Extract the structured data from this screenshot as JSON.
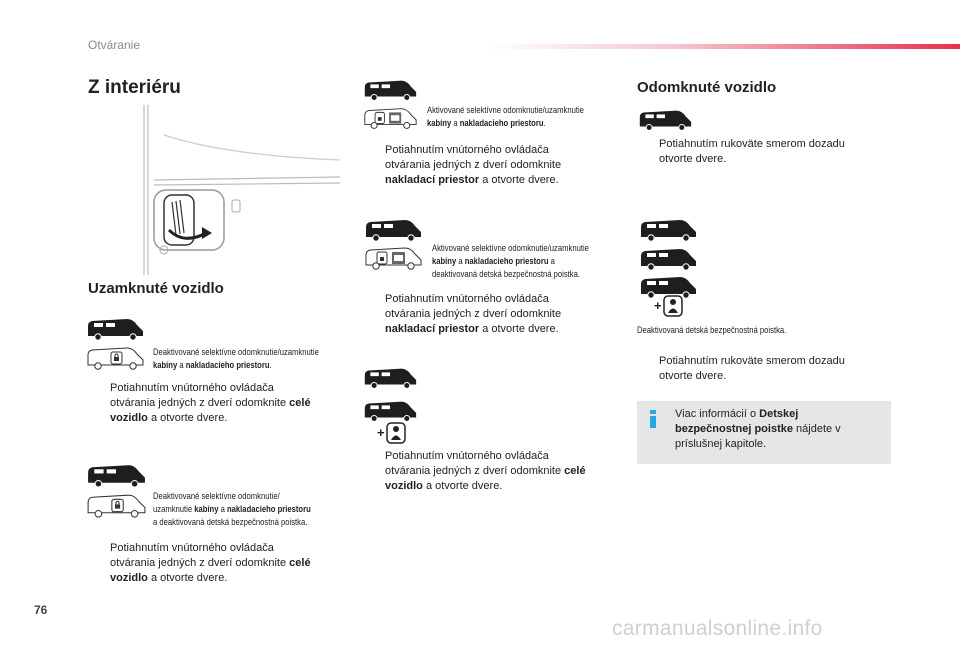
{
  "header": {
    "section": "Otváranie"
  },
  "page_number": "76",
  "watermark": "carmanualsonline.info",
  "col1": {
    "title": "Z interiéru",
    "locked_title": "Uzamknuté vozidlo",
    "block1": {
      "caption_1": "Deaktivované selektívne odomknutie/uzamknutie",
      "caption_2a": "kabíny",
      "caption_2b": " a ",
      "caption_2c": "nakladacieho priestoru",
      "caption_2d": ".",
      "para_1": "Potiahnutím vnútorného ovládača",
      "para_2a": "otvárania jedných z dverí odomknite ",
      "para_2b": "celé",
      "para_3a": "vozidlo",
      "para_3b": " a otvorte dvere."
    },
    "block2": {
      "caption_1": "Deaktivované selektívne odomknutie/",
      "caption_2a": "uzamknutie ",
      "caption_2b": "kabíny",
      "caption_2c": " a ",
      "caption_2d": "nakladacieho priestoru",
      "caption_3": "a deaktivovaná detská bezpečnostná poistka.",
      "para_1": "Potiahnutím vnútorného ovládača",
      "para_2a": "otvárania jedných z dverí odomknite ",
      "para_2b": "celé",
      "para_3a": "vozidlo",
      "para_3b": " a otvorte dvere."
    }
  },
  "col2": {
    "block1": {
      "caption_1": "Aktivované selektívne odomknutie/uzamknutie",
      "caption_2a": "kabíny",
      "caption_2b": " a ",
      "caption_2c": "nakladacieho priestoru",
      "caption_2d": ".",
      "para_1": "Potiahnutím vnútorného ovládača",
      "para_2": "otvárania jedných z dverí odomknite",
      "para_3a": "nakladací priestor",
      "para_3b": " a otvorte dvere."
    },
    "block2": {
      "caption_1": "Aktivované selektívne odomknutie/uzamknutie",
      "caption_2a": "kabíny",
      "caption_2b": " a ",
      "caption_2c": "nakladacieho priestoru",
      "caption_2d": " a",
      "caption_3": "deaktivovaná detská bezpečnostná poistka.",
      "para_1": "Potiahnutím vnútorného ovládača",
      "para_2": "otvárania jedných z dverí odomknite",
      "para_3a": "nakladací priestor",
      "para_3b": " a otvorte dvere."
    },
    "block3": {
      "para_1": "Potiahnutím vnútorného ovládača",
      "para_2a": "otvárania jedných z dverí odomknite ",
      "para_2b": "celé",
      "para_3a": "vozidlo",
      "para_3b": " a otvorte dvere."
    }
  },
  "col3": {
    "title": "Odomknuté vozidlo",
    "para1_1": "Potiahnutím rukoväte smerom dozadu",
    "para1_2": "otvorte dvere.",
    "caption": "Deaktivovaná detská bezpečnostná poistka.",
    "para2_1": "Potiahnutím rukoväte smerom dozadu",
    "para2_2": "otvorte dvere.",
    "info_1": "Viac informácií o ",
    "info_2": "Detskej",
    "info_3": "bezpečnostnej poistke",
    "info_4": " nájdete v",
    "info_5": "príslušnej kapitole."
  },
  "colors": {
    "accent": "#e8304e",
    "info_icon": "#2aa6e0",
    "info_bg": "#e6e6e6"
  },
  "bullet_symbol": "",
  "icons": [
    "van-icon",
    "van-lock-icon",
    "child-lock-icon",
    "info-icon",
    "door-handle-illustration"
  ]
}
